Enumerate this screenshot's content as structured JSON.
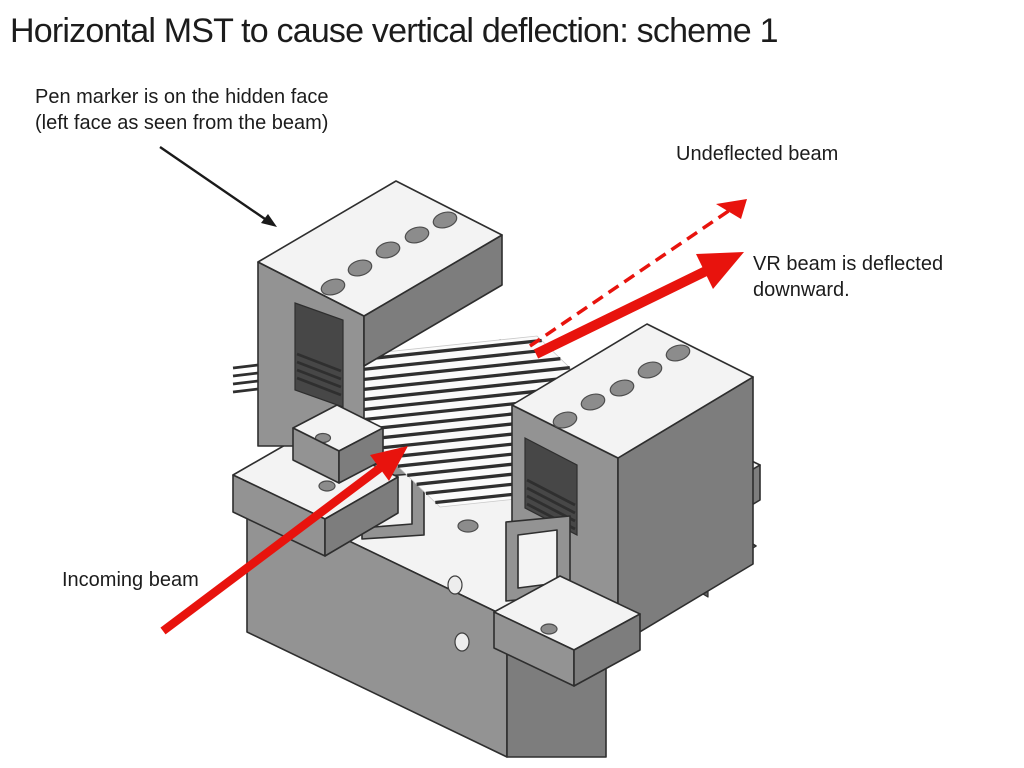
{
  "slide": {
    "title": "Horizontal MST to cause vertical deflection: scheme 1"
  },
  "annotations": {
    "pen_marker": "Pen marker is on the hidden face\n(left face as seen from the beam)",
    "undeflected": "Undeflected beam",
    "vr": "VR beam is deflected\ndownward.",
    "incoming": "Incoming beam"
  },
  "diagram": {
    "type": "isometric-cad-view",
    "subject": "two clamp blocks holding a horizontal wire array (MST) on a stepped base",
    "wire_count": 16,
    "left_block_hole_count": 5,
    "right_block_hole_count": 5,
    "arrows": [
      {
        "name": "pen-marker-arrow",
        "style": "solid",
        "color_key": "black_arrow",
        "points_to": "left clamp block"
      },
      {
        "name": "incoming-beam-arrow",
        "style": "solid-thick",
        "color_key": "red",
        "points_to": "wire array"
      },
      {
        "name": "vr-beam-arrow",
        "style": "solid-thick",
        "color_key": "red",
        "points_to": "deflected exit direction"
      },
      {
        "name": "undeflected-beam-arrow",
        "style": "dashed",
        "color_key": "red",
        "points_to": "undeflected exit direction"
      }
    ]
  },
  "colors": {
    "background": "#ffffff",
    "text": "#1c1c1c",
    "red": "#e8130d",
    "black_arrow": "#1a1a1a",
    "face_top": "#f3f3f3",
    "face_left": "#939393",
    "face_right": "#7d7d7d",
    "face_dark": "#636363",
    "window": "#474747",
    "wire": "#2f2f2f",
    "hole_fill": "#8c8c8c",
    "hole_light": "#ededed",
    "outline": "#2e2e2e"
  }
}
